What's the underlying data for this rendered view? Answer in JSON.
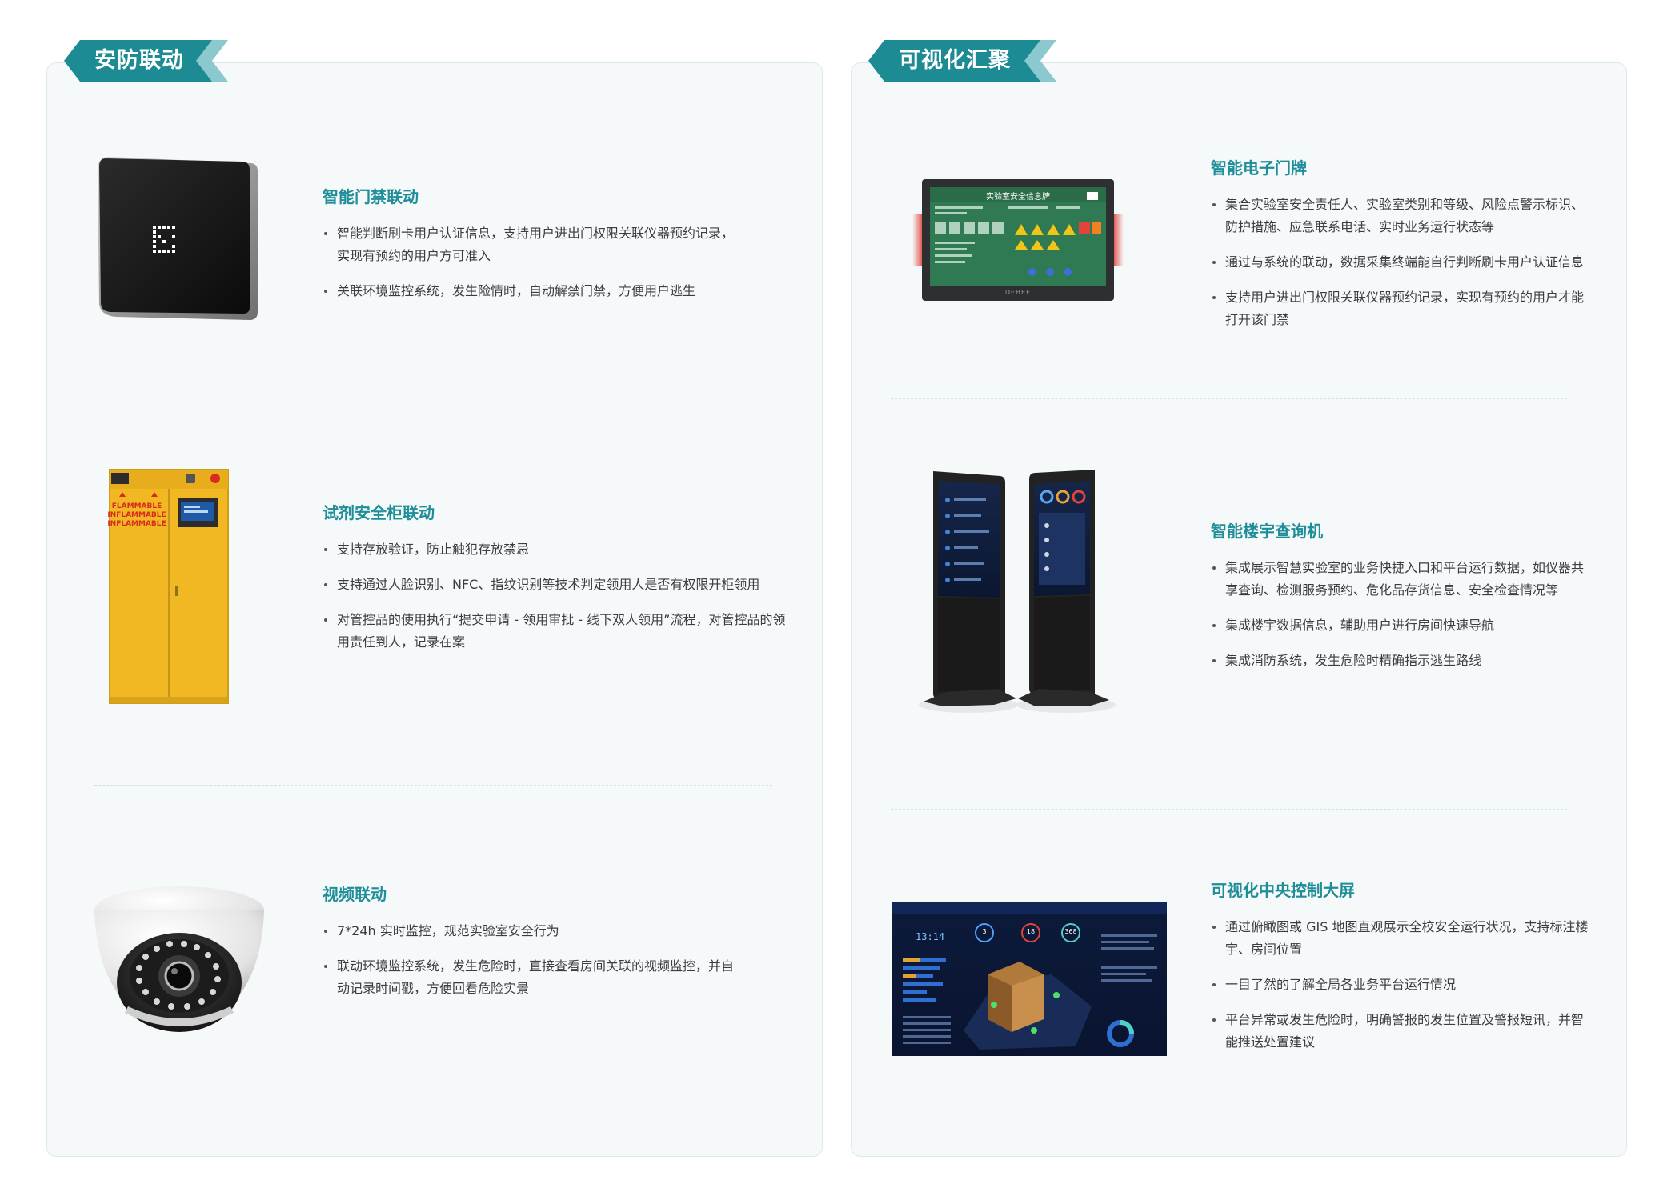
{
  "left_panel": {
    "tag": "安防联动",
    "sections": [
      {
        "title": "智能门禁联动",
        "bullets": [
          "智能判断刷卡用户认证信息，支持用户进出门权限关联仪器预约记录，实现有预约的用户方可准入",
          "关联环境监控系统，发生险情时，自动解禁门禁，方便用户逃生"
        ]
      },
      {
        "title": "试剂安全柜联动",
        "bullets": [
          "支持存放验证，防止触犯存放禁忌",
          "支持通过人脸识别、NFC、指纹识别等技术判定领用人是否有权限开柜领用",
          "对管控品的使用执行“提交申请 - 领用审批 - 线下双人领用”流程，对管控品的领用责任到人，记录在案"
        ]
      },
      {
        "title": "视频联动",
        "bullets": [
          "7*24h 实时监控，规范实验室安全行为",
          "联动环境监控系统，发生危险时，直接查看房间关联的视频监控，并自动记录时间戳，方便回看危险实景"
        ]
      }
    ]
  },
  "right_panel": {
    "tag": "可视化汇聚",
    "sections": [
      {
        "title": "智能电子门牌",
        "bullets": [
          "集合实验室安全责任人、实验室类别和等级、风险点警示标识、防护措施、应急联系电话、实时业务运行状态等",
          "通过与系统的联动，数据采集终端能自行判断刷卡用户认证信息",
          "支持用户进出门权限关联仪器预约记录，实现有预约的用户才能打开该门禁"
        ]
      },
      {
        "title": "智能楼宇查询机",
        "bullets": [
          "集成展示智慧实验室的业务快捷入口和平台运行数据，如仪器共享查询、检测服务预约、危化品存货信息、安全检查情况等",
          "集成楼宇数据信息，辅助用户进行房间快速导航",
          "集成消防系统，发生危险时精确指示逃生路线"
        ]
      },
      {
        "title": "可视化中央控制大屏",
        "bullets": [
          "通过俯瞰图或 GIS 地图直观展示全校安全运行状况，支持标注楼宇、房间位置",
          "一目了然的了解全局各业务平台运行情况",
          "平台异常或发生危险时，明确警报的发生位置及警报短讯，并智能推送处置建议"
        ]
      }
    ]
  },
  "images": {
    "doorplate_title": "实验室安全信息牌",
    "doorplate_brand": "DEHEE",
    "screen_clock": "13:14",
    "gauge_values": [
      "3",
      "18",
      "368"
    ]
  },
  "colors": {
    "accent": "#1d8b93",
    "accent_light": "#8cc9cf",
    "section_title": "#1f8e98",
    "panel_bg": "#f5f9fa",
    "cabinet_yellow": "#f2b824"
  }
}
